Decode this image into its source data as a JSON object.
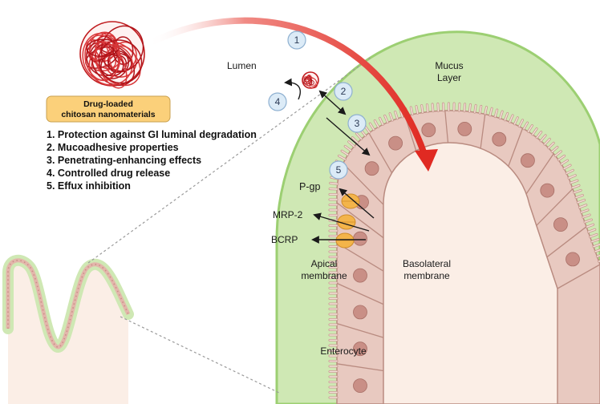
{
  "colors": {
    "mucus": "#cfe8b4",
    "mucus_edge": "#9ccf72",
    "cell": "#e8c9c0",
    "cell_edge": "#b98b80",
    "nucleus": "#c98f86",
    "lumen_in": "#fbeee6",
    "badge_fill": "#fbd07a",
    "badge_edge": "#c9a150",
    "circle_fill": "#dcebf7",
    "circle_edge": "#8fb1d1",
    "arrow_red": "#e02a22",
    "transporter": "#f3b44a"
  },
  "labels": {
    "lumen": "Lumen",
    "mucus_line1": "Mucus",
    "mucus_line2": "Layer",
    "badge_line1": "Drug-loaded",
    "badge_line2": "chitosan nanomaterials",
    "pgp": "P-gp",
    "mrp2": "MRP-2",
    "bcrp": "BCRP",
    "apical_line1": "Apical",
    "apical_line2": "membrane",
    "basolateral_line1": "Basolateral",
    "basolateral_line2": "membrane",
    "enterocyte": "Enterocyte"
  },
  "steps": [
    "1. Protection against GI luminal degradation",
    "2. Mucoadhesive properties",
    "3. Penetrating-enhancing effects",
    "4. Controlled drug release",
    "5. Effux inhibition"
  ],
  "markers": [
    "1",
    "2",
    "3",
    "4",
    "5"
  ]
}
